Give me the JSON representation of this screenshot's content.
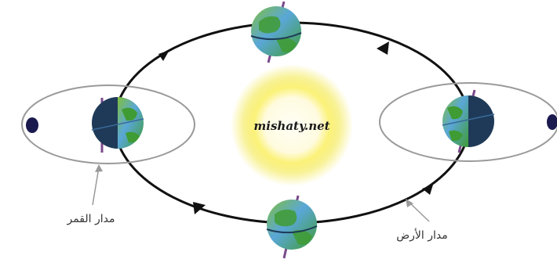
{
  "watermark": "mishaty.net",
  "labels": {
    "moon_orbit": "مدار القمر",
    "earth_orbit": "مدار الأرض"
  },
  "colors": {
    "earth_orbit_line": "#111111",
    "moon_orbit_line": "#9a9a9a",
    "sun_core": "#fffbe0",
    "sun_glow": "#f3e84a",
    "earth_land": "#3f9b33",
    "earth_ocean": "#5aa7d8",
    "earth_night": "#1e3a58",
    "moon": "#1b1a4f",
    "arrow": "#111111"
  }
}
